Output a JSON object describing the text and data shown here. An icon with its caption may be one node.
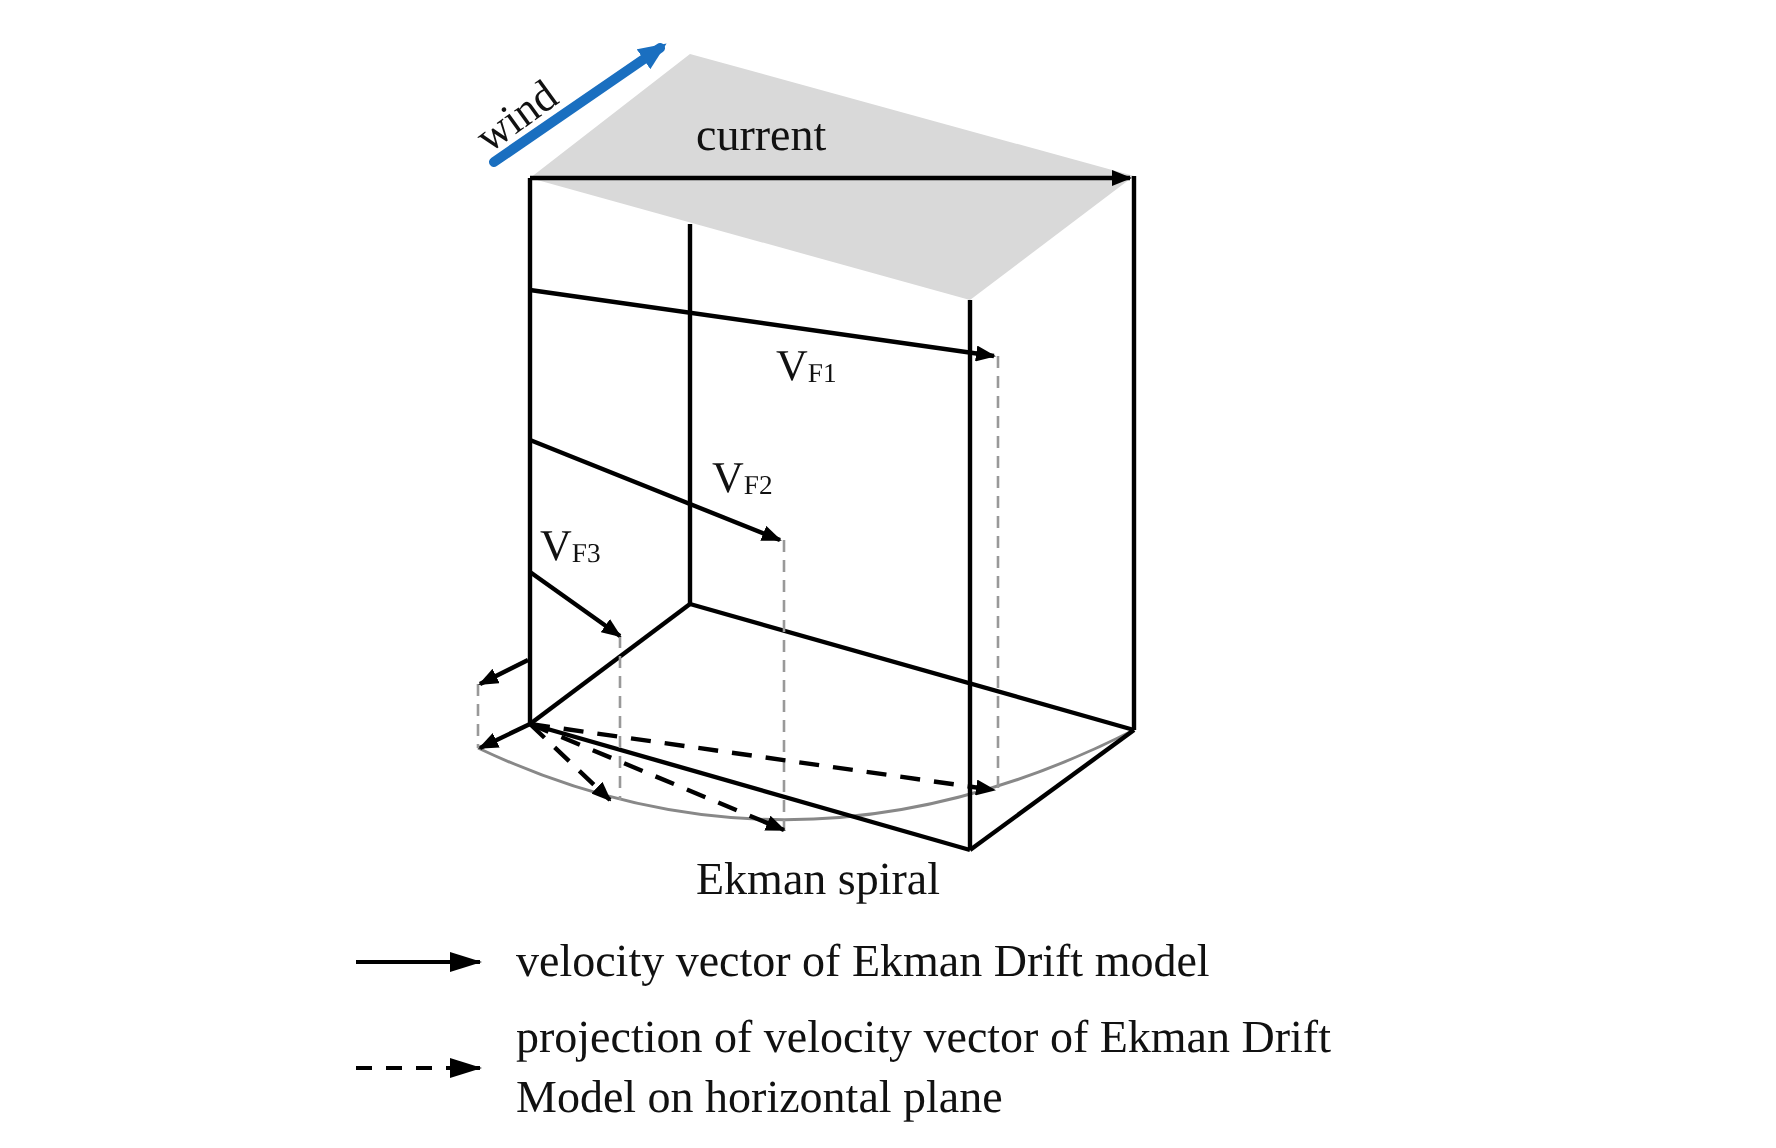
{
  "diagram": {
    "labels": [
      "wind",
      "current",
      "V$_{F1}$",
      "V$_{F2}$",
      "V$_{F3}$",
      "Ekman spiral"
    ],
    "legend": [
      {
        "text": "velocity vector of Ekman Drift model"
      },
      {
        "text": "projection of velocity vector of Ekman Drift Model on horizontal plane"
      }
    ]
  }
}
